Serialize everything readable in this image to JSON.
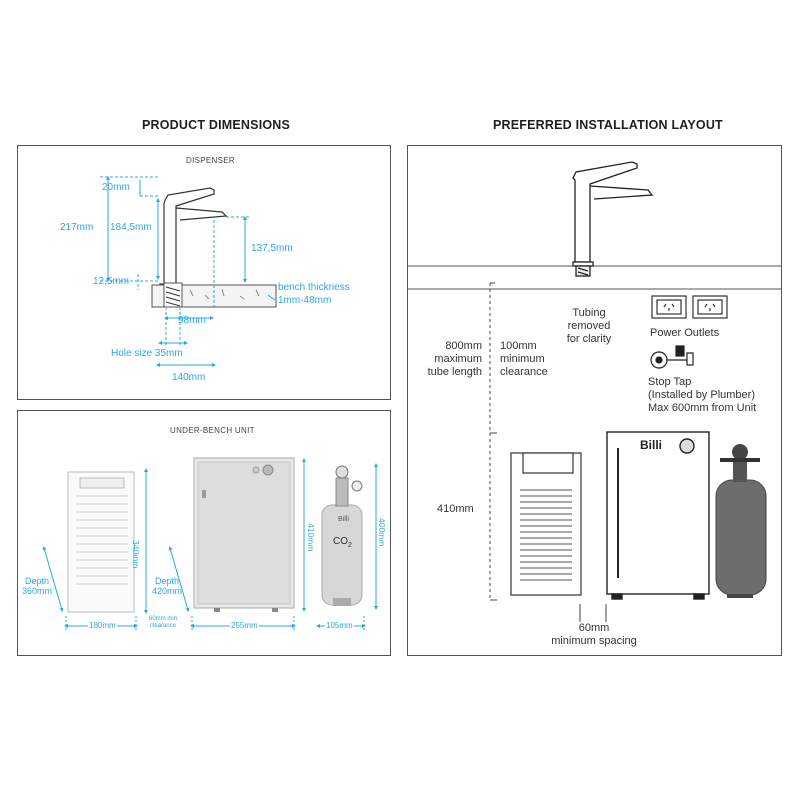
{
  "headings": {
    "product_dimensions": "PRODUCT DIMENSIONS",
    "preferred_installation": "PREFERRED INSTALLATION LAYOUT"
  },
  "dispenser": {
    "title": "DISPENSER",
    "dim_20": "20mm",
    "dim_217": "217mm",
    "dim_184": "184,5mm",
    "dim_137": "137,5mm",
    "dim_12": "12,5mm",
    "bench_thickness_1": "bench thickness",
    "bench_thickness_2": "1mm-48mm",
    "dim_98": "98mm",
    "hole_size": "Hole size 35mm",
    "dim_140": "140mm"
  },
  "underbench": {
    "title": "UNDER-BENCH UNIT",
    "dim_340": "340mm",
    "depth_360_1": "Depth",
    "depth_360_2": "360mm",
    "depth_420_1": "Depth",
    "depth_420_2": "420mm",
    "dim_410": "410mm",
    "dim_400": "400mm",
    "dim_180": "180mm",
    "clearance_1": "60mm min",
    "clearance_2": "clearance",
    "dim_255": "255mm",
    "dim_105": "105mm",
    "co2": "CO",
    "co2_sub": "2",
    "brand_small": "Billi"
  },
  "installation": {
    "tubing_1": "Tubing",
    "tubing_2": "removed",
    "tubing_3": "for clarity",
    "power_outlets": "Power Outlets",
    "stop_tap_1": "Stop Tap",
    "stop_tap_2": "(Installed by Plumber)",
    "stop_tap_3": "Max 600mm from Unit",
    "max_tube_1": "800mm",
    "max_tube_2": "maximum",
    "max_tube_3": "tube length",
    "min_clear_1": "100mm",
    "min_clear_2": "minimum",
    "min_clear_3": "clearance",
    "dim_410": "410mm",
    "spacing_1": "60mm",
    "spacing_2": "minimum spacing",
    "brand": "Billi"
  },
  "colors": {
    "accent_blue": "#29a8e0",
    "border": "#555555",
    "text_dark": "#333333"
  }
}
